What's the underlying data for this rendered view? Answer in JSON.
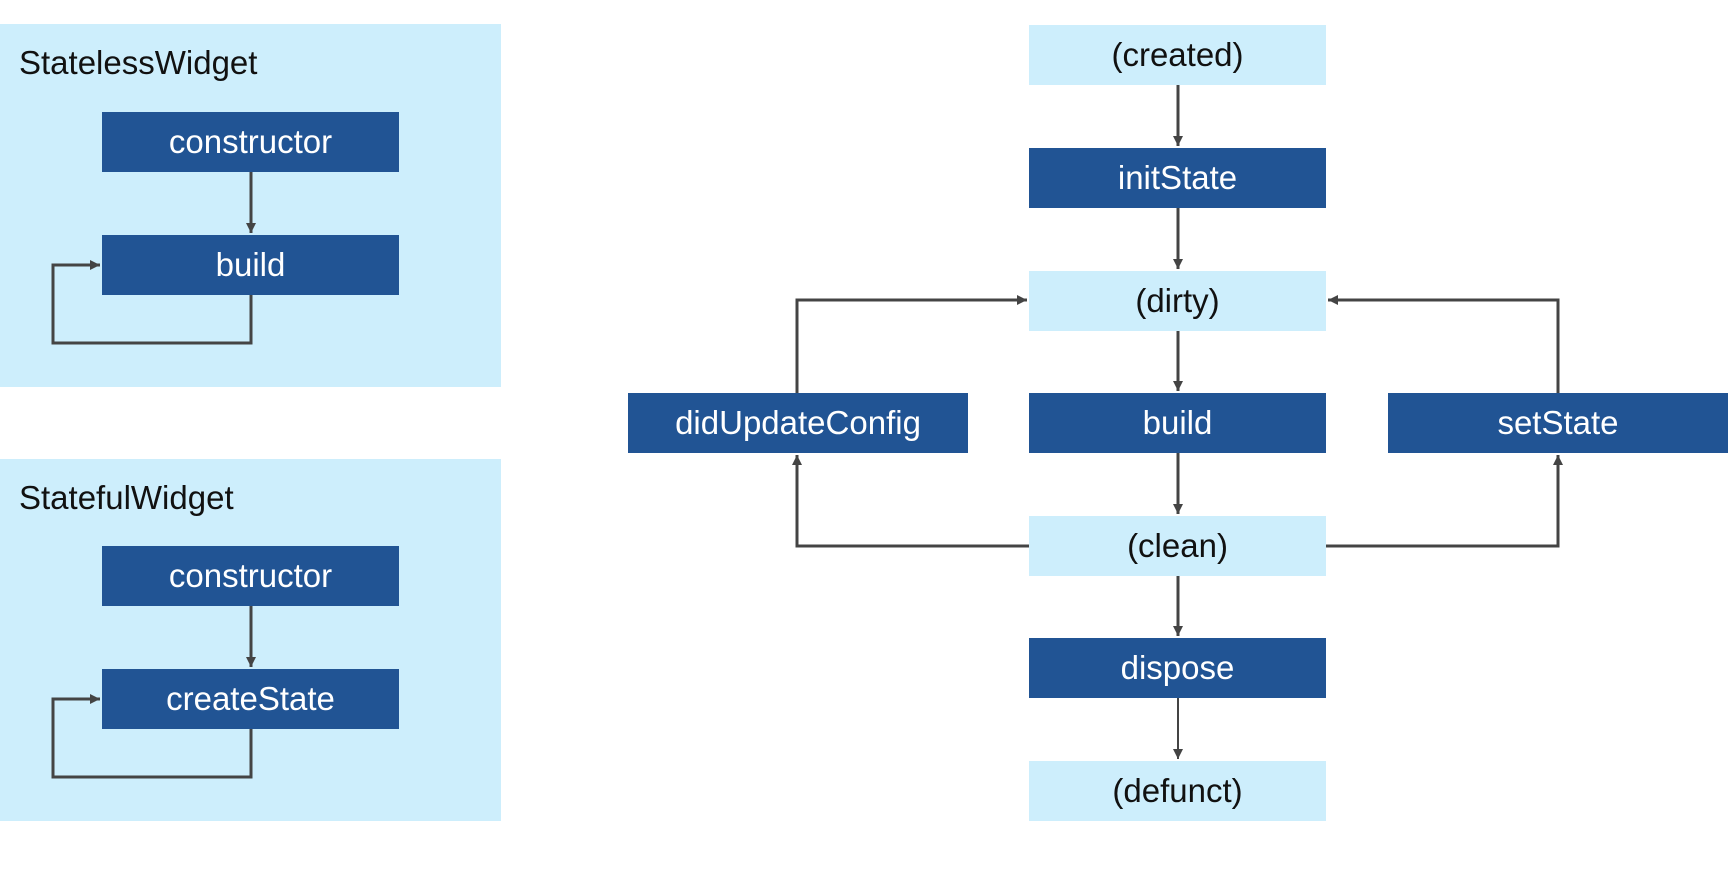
{
  "stateless_panel": {
    "title": "StatelessWidget",
    "constructor_label": "constructor",
    "build_label": "build"
  },
  "stateful_panel": {
    "title": "StatefulWidget",
    "constructor_label": "constructor",
    "create_state_label": "createState"
  },
  "lifecycle": {
    "created": "(created)",
    "init_state": "initState",
    "dirty": "(dirty)",
    "build": "build",
    "did_update_config": "didUpdateConfig",
    "set_state": "setState",
    "clean": "(clean)",
    "dispose": "dispose",
    "defunct": "(defunct)"
  },
  "colors": {
    "panel_background": "#cdeefc",
    "method_box": "#215494",
    "state_box": "#cdeefc",
    "arrow": "#444444"
  }
}
